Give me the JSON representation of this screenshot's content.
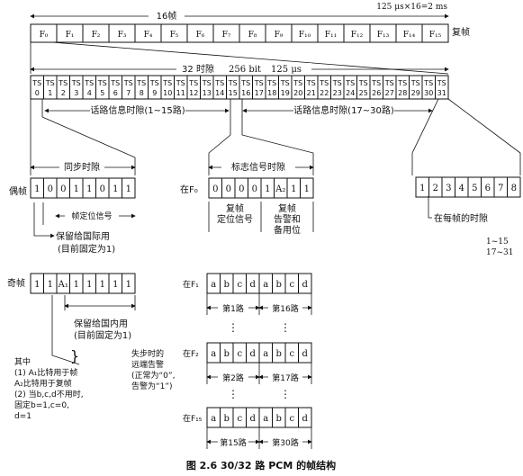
{
  "top": {
    "frames_label": "16帧",
    "timing_label": "125 μs×16=2 ms",
    "frames": [
      "F₀",
      "F₁",
      "F₂",
      "F₃",
      "F₄",
      "F₅",
      "F₆",
      "F₇",
      "F₈",
      "F₉",
      "F₁₀",
      "F₁₁",
      "F₁₂",
      "F₁₃",
      "F₁₄",
      "F₁₅"
    ],
    "multiframe_label": "复帧"
  },
  "slots": {
    "timeslots_label": "32 时隙",
    "bits_label": "256 bit",
    "period_label": "125 μs",
    "prefix": "TS",
    "numbers": [
      "0",
      "1",
      "2",
      "3",
      "4",
      "5",
      "6",
      "7",
      "8",
      "9",
      "10",
      "11",
      "12",
      "13",
      "14",
      "15",
      "16",
      "17",
      "18",
      "19",
      "20",
      "21",
      "22",
      "23",
      "24",
      "25",
      "26",
      "27",
      "28",
      "29",
      "30",
      "31"
    ],
    "voice_1_15": "话路信息时隙(1~15路)",
    "voice_17_30": "话路信息时隙(17~30路)"
  },
  "even": {
    "label": "偶帧",
    "sync_label": "同步时隙",
    "bits": [
      "1",
      "0",
      "0",
      "1",
      "1",
      "0",
      "1",
      "1"
    ],
    "frame_sync_label": "帧定位信号",
    "intl_reserved_1": "保留给国际用",
    "intl_reserved_2": "(目前固定为1)"
  },
  "odd": {
    "label": "奇帧",
    "bits": [
      "1",
      "1",
      "A₁",
      "1",
      "1",
      "1",
      "1",
      "1"
    ],
    "national_reserved_1": "保留给国内用",
    "national_reserved_2": "(目前固定为1)"
  },
  "signaling": {
    "title": "标志信号时隙",
    "frame_label": "在F₀",
    "bits": [
      "0",
      "0",
      "0",
      "0",
      "1",
      "A₂",
      "1",
      "1"
    ],
    "mf_sync_1": "复帧",
    "mf_sync_2": "定位信号",
    "mf_alarm_1": "复帧",
    "mf_alarm_2": "告警和",
    "mf_alarm_3": "备用位"
  },
  "voice_slot": {
    "bits": [
      "1",
      "2",
      "3",
      "4",
      "5",
      "6",
      "7",
      "8"
    ],
    "each_frame_label": "在每帧的时隙",
    "range_1": "1~15",
    "range_2": "17~31"
  },
  "frames_detail": [
    {
      "label": "在F₁",
      "bits": [
        "a",
        "b",
        "c",
        "d",
        "a",
        "b",
        "c",
        "d"
      ],
      "ch_left": "第1路",
      "ch_right": "第16路"
    },
    {
      "label": "在F₂",
      "bits": [
        "a",
        "b",
        "c",
        "d",
        "a",
        "b",
        "c",
        "d"
      ],
      "ch_left": "第2路",
      "ch_right": "第17路"
    },
    {
      "label": "在F₁₅",
      "bits": [
        "a",
        "b",
        "c",
        "d",
        "a",
        "b",
        "c",
        "d"
      ],
      "ch_left": "第15路",
      "ch_right": "第30路"
    }
  ],
  "dots": "⋮",
  "notes": {
    "lines": [
      "其中",
      "(1) A₁比特用于帧",
      "    A₂比特用于复帧",
      "(2) 当b,c,d不用时,",
      "    固定b=1,c=0,",
      "    d=1"
    ],
    "loss_lines": [
      "失步时的",
      "远端告警",
      "(正常为“0”,",
      "告警为“1”)"
    ]
  },
  "caption": "图 2.6   30/32 路 PCM 的帧结构"
}
